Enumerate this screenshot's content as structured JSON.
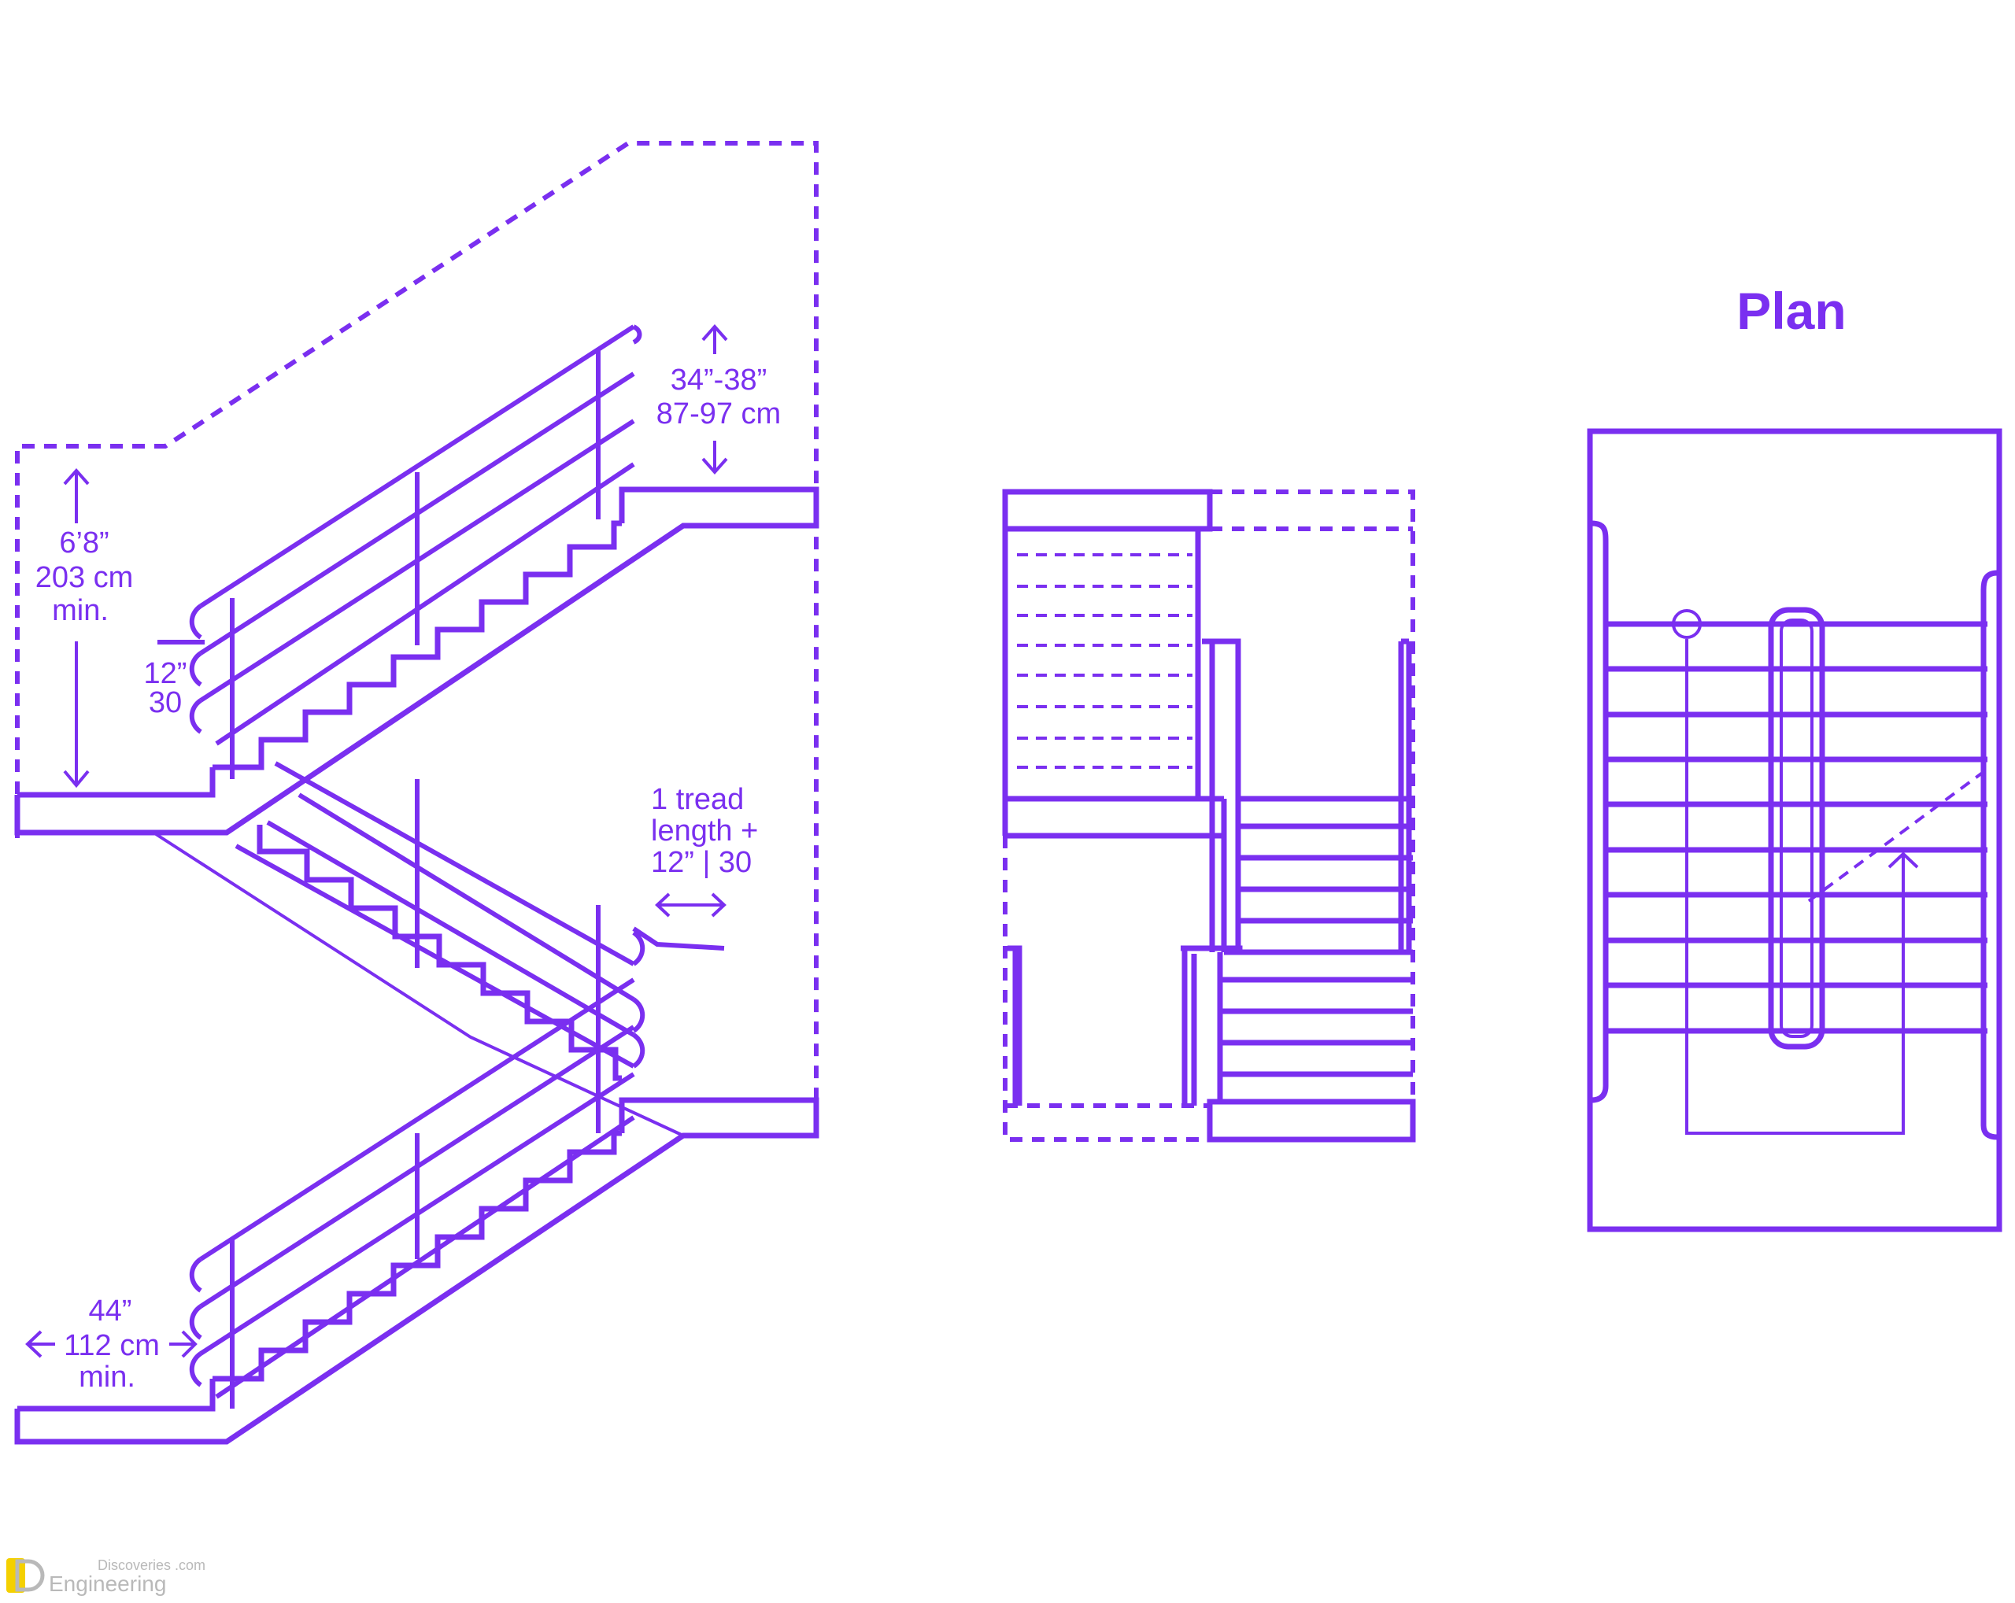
{
  "colors": {
    "stroke": "#7a2ff0",
    "text": "#7a2ff0",
    "logo": "#b9b9b9",
    "logo_accent": "#f4d000"
  },
  "plan": {
    "title": "Plan"
  },
  "dimensions": {
    "headroom": {
      "line1": "6’8”",
      "line2": "203 cm",
      "line3": "min."
    },
    "rail_height": {
      "line1": "34”-38”",
      "line2": "87-97 cm"
    },
    "extension": {
      "line1": "12”",
      "line2": "30"
    },
    "tread": {
      "line1": "1 tread",
      "line2": "length +",
      "line3": "12” | 30"
    },
    "width": {
      "line1": "44”",
      "line2": "112 cm",
      "line3": "min."
    }
  },
  "logo": {
    "top": "Discoveries",
    "dotcom": ".com",
    "bottom": "Engineering",
    "icon": "ed-logo-icon"
  }
}
